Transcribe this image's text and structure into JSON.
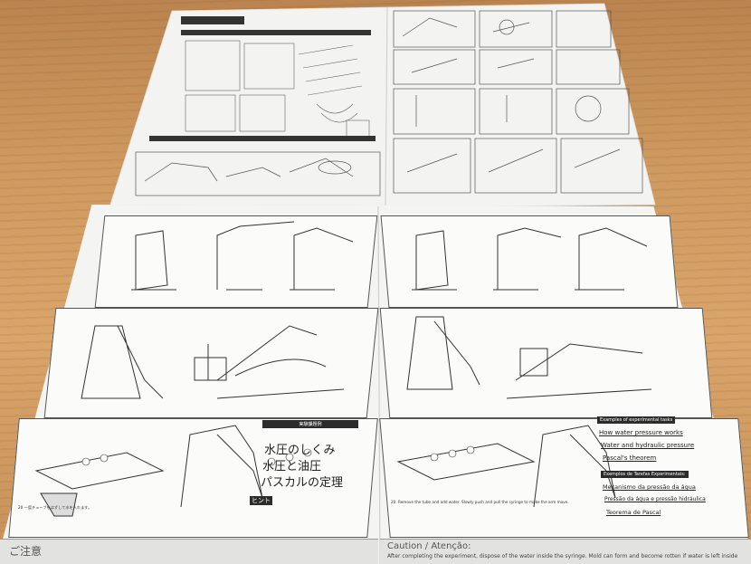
{
  "scene": "instruction-sheets-on-wooden-table",
  "left_sheet": {
    "section_heading": "実験課題例",
    "tasks": [
      "水圧のしくみ",
      "水圧と油圧",
      "パスカルの定理"
    ],
    "hint_label": "ヒント",
    "step20_caption": "20 一度チューブをはずして水を入れます。",
    "caution_label": "ご注意"
  },
  "right_sheet": {
    "examples_en_heading": "Examples of experimental tasks",
    "examples_en": [
      "How water pressure works",
      "Water and hydraulic pressure",
      "Pascal's theorem"
    ],
    "examples_pt_heading": "Exemplos de Tarefas Experimentais:",
    "examples_pt": [
      "Mecanismo da pressão da água",
      "Pressão da água e pressão hidráulica",
      "Teorema de Pascal"
    ],
    "step20_caption": "20. Remove the tube and add water. Slowly push and pull the syringe to make the arm move.",
    "caution_heading": "Caution / Atenção:",
    "caution_text": "After completing the experiment, dispose of the water inside the syringe. Mold can form and become rotten if water is left inside"
  },
  "colors": {
    "table": "#c8935a",
    "paper": "#f4f4f2",
    "ink": "#2c2c2c"
  }
}
